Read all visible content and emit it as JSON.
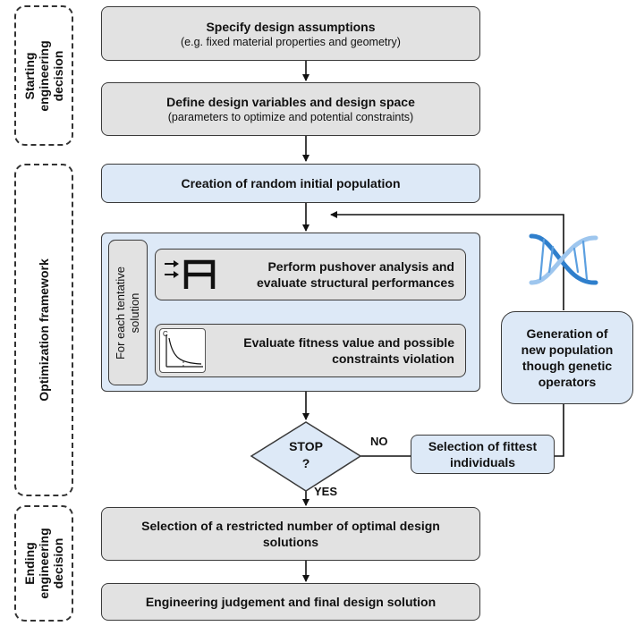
{
  "phases": {
    "start_line1": "Starting",
    "start_line2": "engineering",
    "start_line3": "decision",
    "optimization": "Optimization framework",
    "end_line1": "Ending",
    "end_line2": "engineering",
    "end_line3": "decision"
  },
  "steps": {
    "assumptions_title": "Specify design assumptions",
    "assumptions_sub": "(e.g. fixed material properties and geometry)",
    "variables_title": "Define design variables and design space",
    "variables_sub": "(parameters to optimize and potential constraints)",
    "initial_population": "Creation of random initial population",
    "for_each_line1": "For each tentative",
    "for_each_line2": "solution",
    "pushover_line1": "Perform pushover analysis and",
    "pushover_line2": "evaluate structural performances",
    "fitness_line1": "Evaluate fitness value and possible",
    "fitness_line2": "constraints violation",
    "stop_line1": "STOP",
    "stop_line2": "?",
    "no_label": "NO",
    "yes_label": "YES",
    "selection_line1": "Selection of fittest",
    "selection_line2": "individuals",
    "generation_line1": "Generation of",
    "generation_line2": "new population",
    "generation_line3": "though genetic",
    "generation_line4": "operators",
    "restricted_line1": "Selection of a restricted number of optimal design",
    "restricted_line2": "solutions",
    "final": "Engineering judgement and final design solution"
  },
  "icons": {
    "fitness_chart_axis_label": "C"
  },
  "colors": {
    "gray_box": "#e2e2e2",
    "blue_box": "#dde9f7",
    "dna_blue": "#3d8fd9"
  }
}
